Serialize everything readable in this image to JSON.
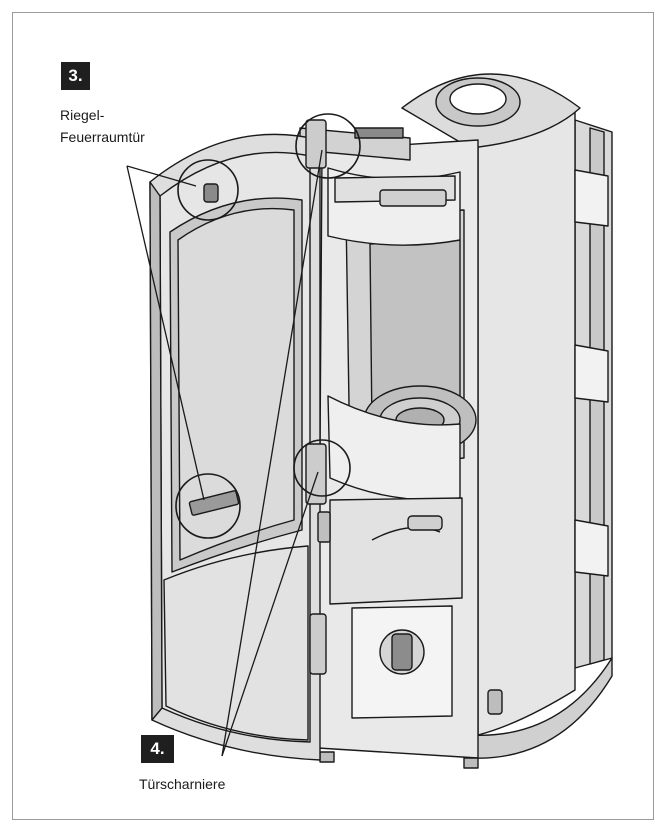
{
  "callouts": [
    {
      "number": "3.",
      "label_line1": "Riegel-",
      "label_line2": "Feuerraumtür"
    },
    {
      "number": "4.",
      "label": "Türscharniere"
    }
  ],
  "colors": {
    "badge": "#1f1f1f",
    "line": "#1a1a1a",
    "metal_light": "#e7e7e7",
    "metal_mid": "#cfcfcf",
    "glass": "#dadada",
    "frame": "#9a9a9a"
  },
  "icons": [
    "callout-circle",
    "leader-line"
  ]
}
